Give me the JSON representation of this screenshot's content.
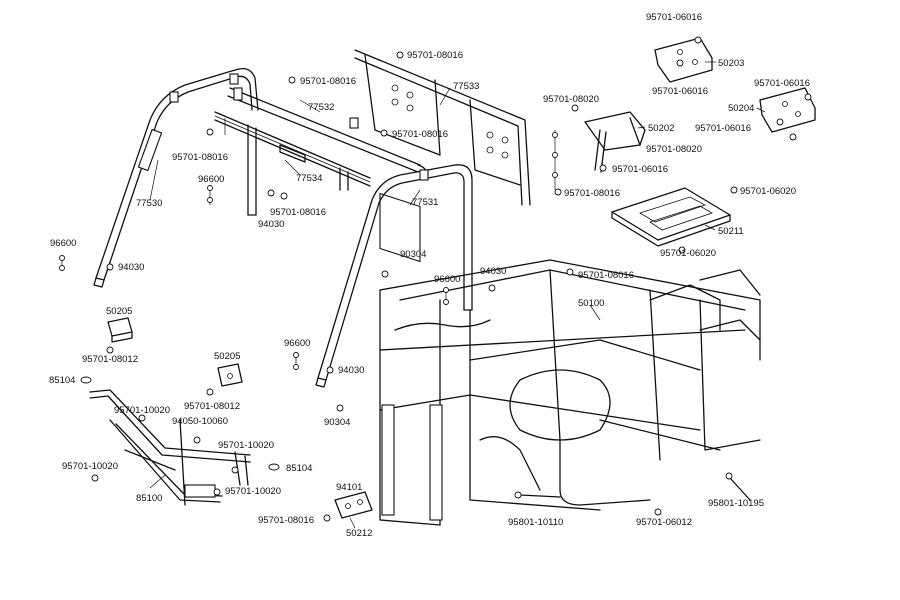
{
  "labels": {
    "p77530": "77530",
    "p77532": "77532",
    "p77533": "77533",
    "p77534": "77534",
    "p77531": "77531",
    "b_08016_top": "95701-08016",
    "b_08016_a": "95701-08016",
    "b_08016_b": "95701-08016",
    "b_08016_c": "95701-08016",
    "b_08016_d": "95701-08016",
    "b_08016_e": "95701-08016",
    "b_08016_f": "95701-08016",
    "b_08016_g": "95701-08016",
    "p96600_a": "96600",
    "p96600_b": "96600",
    "p96600_c": "96600",
    "p96600_d": "96600",
    "p94030_a": "94030",
    "p94030_b": "94030",
    "p94030_c": "94030",
    "p94030_d": "94030",
    "p90304_a": "90304",
    "p90304_b": "90304",
    "b_06016_a": "95701-06016",
    "b_06016_b": "95701-06016",
    "b_06016_c": "95701-06016",
    "b_06016_d": "95701-06016",
    "b_06016_e": "95701-06016",
    "p50203": "50203",
    "p50204": "50204",
    "p50202": "50202",
    "b_08020_a": "95701-08020",
    "b_08020_b": "95701-08020",
    "b_06020_a": "95701-06020",
    "b_06020_b": "95701-06020",
    "p50211": "50211",
    "p50100": "50100",
    "p50205_a": "50205",
    "p50205_b": "50205",
    "b_08012_a": "95701-08012",
    "b_08012_b": "95701-08012",
    "p85104_a": "85104",
    "p85104_b": "85104",
    "b_10020_a": "95701-10020",
    "b_10020_b": "95701-10020",
    "b_10020_c": "95701-10020",
    "b_10020_d": "95701-10020",
    "p94050": "94050-10060",
    "p85100": "85100",
    "p94101": "94101",
    "p50212": "50212",
    "b_10110": "95801-10110",
    "b_06012": "95701-06012",
    "b_10195": "95801-10195"
  }
}
